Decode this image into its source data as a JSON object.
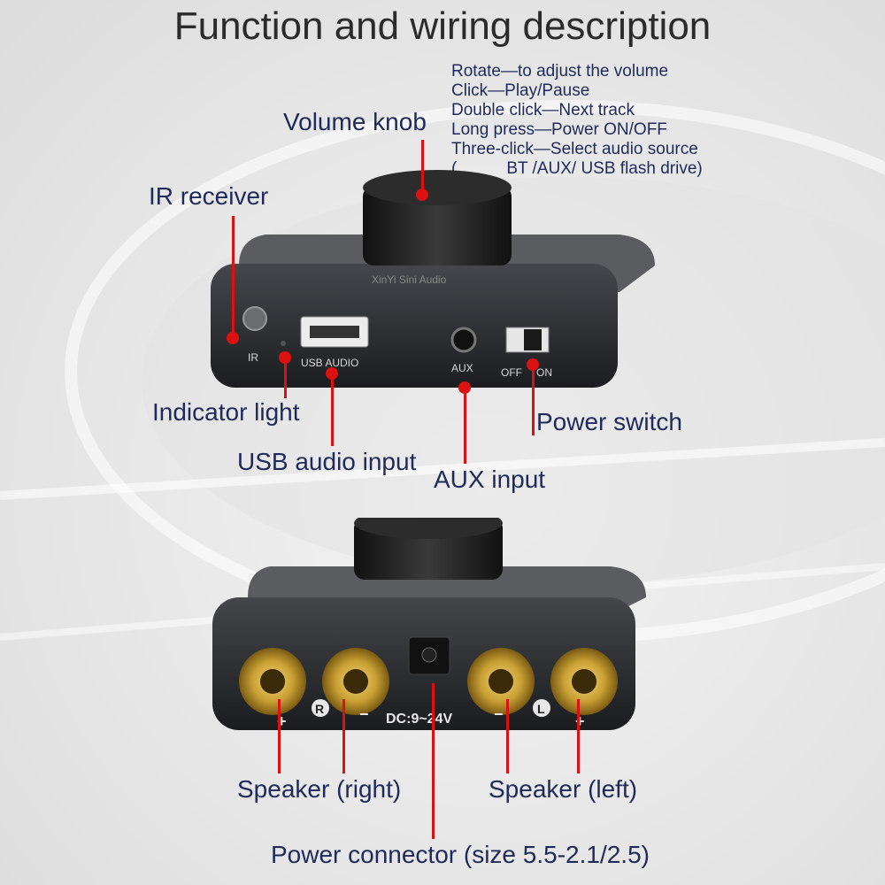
{
  "title": "Function and wiring description",
  "controls": {
    "rotate": "Rotate—to adjust the volume",
    "click": "Click—Play/Pause",
    "double_click": "Double click—Next track",
    "long_press": "Long press—Power ON/OFF",
    "three_click": "Three-click—Select audio source",
    "source_open": "(",
    "source_list": "BT /AUX/ USB flash drive)"
  },
  "labels": {
    "volume_knob": "Volume knob",
    "ir_receiver": "IR receiver",
    "indicator_light": "Indicator light",
    "usb_audio_input": "USB audio input",
    "aux_input": "AUX input",
    "power_switch": "Power switch",
    "speaker_right": "Speaker (right)",
    "speaker_left": "Speaker (left)",
    "power_connector": "Power connector (size 5.5-2.1/2.5)"
  },
  "device_markings": {
    "brand": "XinYi Sini Audio",
    "ir": "IR",
    "usb_audio": "USB AUDIO",
    "aux": "AUX",
    "off": "OFF",
    "on": "ON",
    "dc": "DC:9~24V",
    "right": "R",
    "left": "L",
    "plus": "+",
    "minus": "−"
  },
  "colors": {
    "label_text": "#1f2a5a",
    "pointer": "#dd1111",
    "device_body": "#2a2c30",
    "gold_terminal": "#c9a033"
  }
}
